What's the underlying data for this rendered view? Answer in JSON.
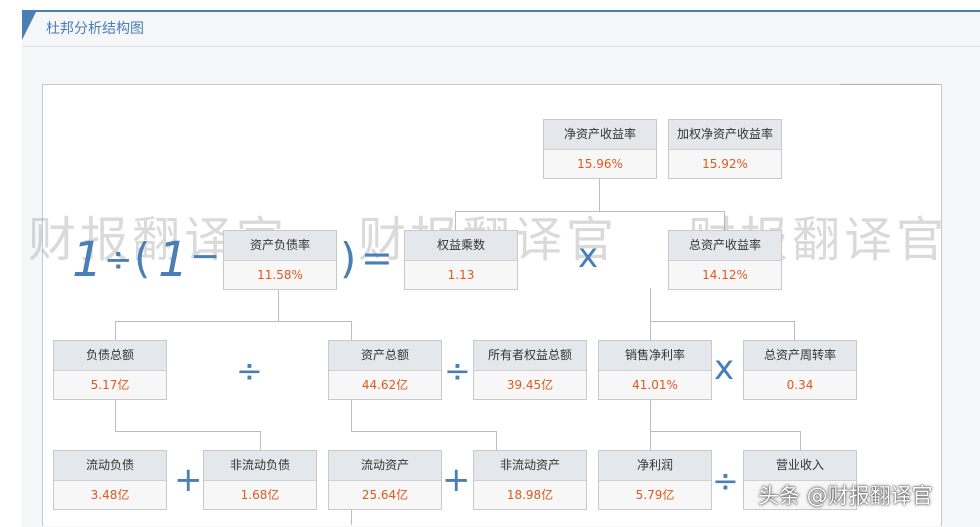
{
  "panel": {
    "title": "杜邦分析结构图"
  },
  "watermark": {
    "text": "财报翻译官"
  },
  "brand": {
    "text": "头条 @财报翻译官"
  },
  "formula": {
    "one": "1",
    "div": "÷",
    "lparen": "(",
    "one2": "1",
    "minus": "−",
    "rparen": ")",
    "eq": "="
  },
  "operators": {
    "times": "x",
    "divide": "÷",
    "plus": "+"
  },
  "nodes": {
    "roe": {
      "label": "净资产收益率",
      "value": "15.96%"
    },
    "weighted_roe": {
      "label": "加权净资产收益率",
      "value": "15.92%"
    },
    "debt_ratio": {
      "label": "资产负债率",
      "value": "11.58%"
    },
    "equity_multiplier": {
      "label": "权益乘数",
      "value": "1.13"
    },
    "roa": {
      "label": "总资产收益率",
      "value": "14.12%"
    },
    "total_liabilities": {
      "label": "负债总额",
      "value": "5.17亿"
    },
    "total_assets": {
      "label": "资产总额",
      "value": "44.62亿"
    },
    "total_equity": {
      "label": "所有者权益总额",
      "value": "39.45亿"
    },
    "net_margin": {
      "label": "销售净利率",
      "value": "41.01%"
    },
    "asset_turnover": {
      "label": "总资产周转率",
      "value": "0.34"
    },
    "current_liabilities": {
      "label": "流动负债",
      "value": "3.48亿"
    },
    "noncurrent_liabilities": {
      "label": "非流动负债",
      "value": "1.68亿"
    },
    "current_assets": {
      "label": "流动资产",
      "value": "25.64亿"
    },
    "noncurrent_assets": {
      "label": "非流动资产",
      "value": "18.98亿"
    },
    "net_profit": {
      "label": "净利润",
      "value": "5.79亿"
    },
    "revenue": {
      "label": "营业收入",
      "value": ""
    }
  }
}
